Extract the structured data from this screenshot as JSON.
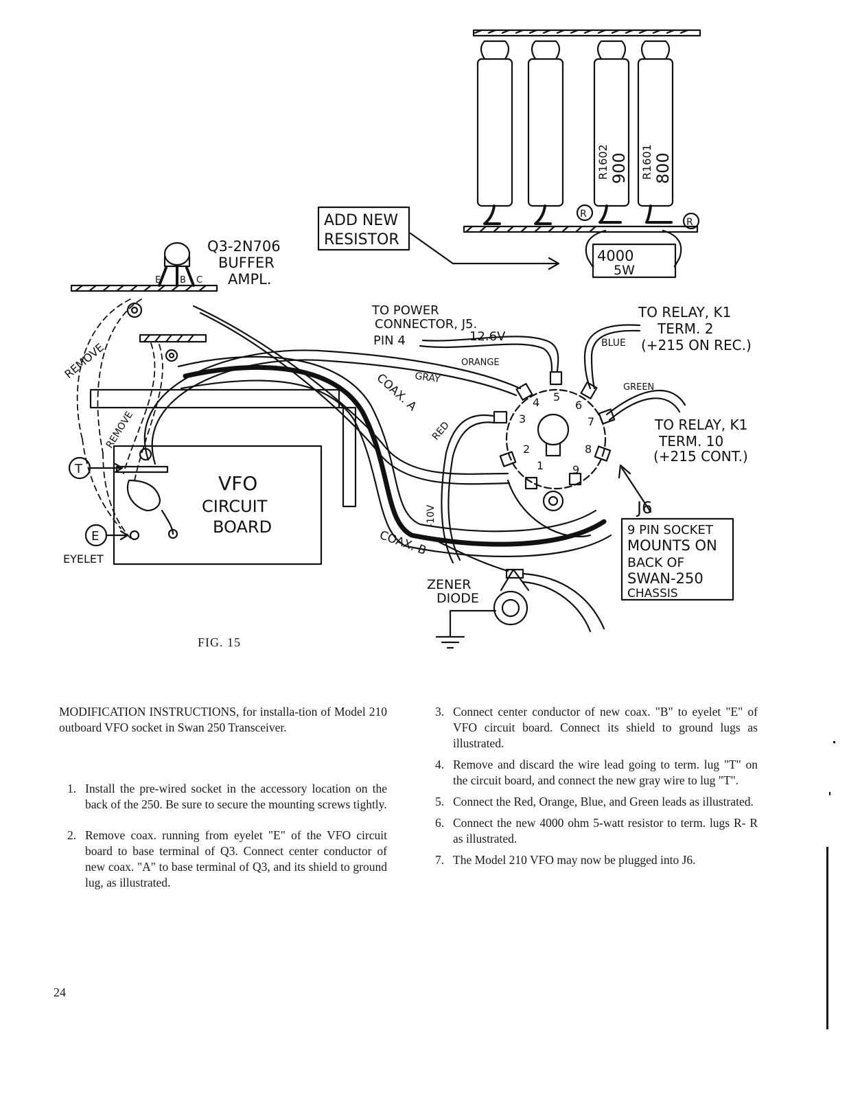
{
  "figure": {
    "caption": "FIG. 15",
    "labels": {
      "q3": "Q3-2N706",
      "buffer": "BUFFER",
      "ampl": "AMPL.",
      "add_new": "ADD NEW",
      "resistor": "RESISTOR",
      "r1602": "R1602",
      "r1602_val": "900",
      "r1601": "R1601",
      "r1601_val": "800",
      "new_res_val": "4000",
      "new_res_watt": "5W",
      "to_power": "TO POWER",
      "connector": "CONNECTOR, J5.",
      "pin4": "PIN 4",
      "voltage": "12.6V",
      "orange": "ORANGE",
      "gray": "GRAY",
      "coax_a": "COAX. A",
      "coax_b": "COAX. B",
      "red": "RED",
      "minus_10v": "-10V",
      "to_relay_k1_a": "TO RELAY, K1",
      "term2": "TERM. 2",
      "blue": "BLUE",
      "plus215_rec": "(+215 ON REC.)",
      "green": "GREEN",
      "to_relay_k1_b": "TO RELAY, K1",
      "term10": "TERM. 10",
      "plus215_cont": "(+215 CONT.)",
      "j6": "J6",
      "socket_note": [
        "9 PIN SOCKET",
        "MOUNTS ON",
        "BACK OF",
        "SWAN-250",
        "CHASSIS"
      ],
      "vfo": "VFO",
      "circuit": "CIRCUIT",
      "board": "BOARD",
      "remove": "REMOVE",
      "eyelet": "EYELET",
      "t_mark": "T",
      "e_mark": "E",
      "r_mark": "R",
      "zener": "ZENER",
      "diode": "DIODE",
      "ebc": [
        "E",
        "B",
        "C"
      ],
      "pins": [
        "1",
        "2",
        "3",
        "4",
        "5",
        "6",
        "7",
        "8",
        "9"
      ]
    }
  },
  "intro": "MODIFICATION INSTRUCTIONS, for installa-tion of Model 210 outboard VFO socket in Swan 250 Transceiver.",
  "steps_left": [
    {
      "num": "1.",
      "text": "Install the pre-wired socket in the accessory location on the back of the 250. Be sure to secure the mounting screws tightly."
    },
    {
      "num": "2.",
      "text": "Remove coax. running from eyelet \"E\" of the VFO circuit board to base terminal of Q3. Connect center conductor of new coax. \"A\" to base terminal of Q3, and its shield to ground lug, as illustrated."
    }
  ],
  "steps_right": [
    {
      "num": "3.",
      "text": "Connect center conductor of new coax. \"B\" to eyelet \"E\" of VFO circuit board. Connect its shield to ground lugs as illustrated."
    },
    {
      "num": "4.",
      "text": "Remove and discard the wire lead going to term. lug \"T\" on the circuit board, and connect the new gray wire to lug \"T\"."
    },
    {
      "num": "5.",
      "text": "Connect the Red, Orange, Blue, and Green leads as illustrated."
    },
    {
      "num": "6.",
      "text": "Connect the new 4000 ohm 5-watt resistor to term. lugs R- R as illustrated."
    },
    {
      "num": "7.",
      "text": "The Model 210 VFO may now be plugged into J6."
    }
  ],
  "page_number": "24"
}
